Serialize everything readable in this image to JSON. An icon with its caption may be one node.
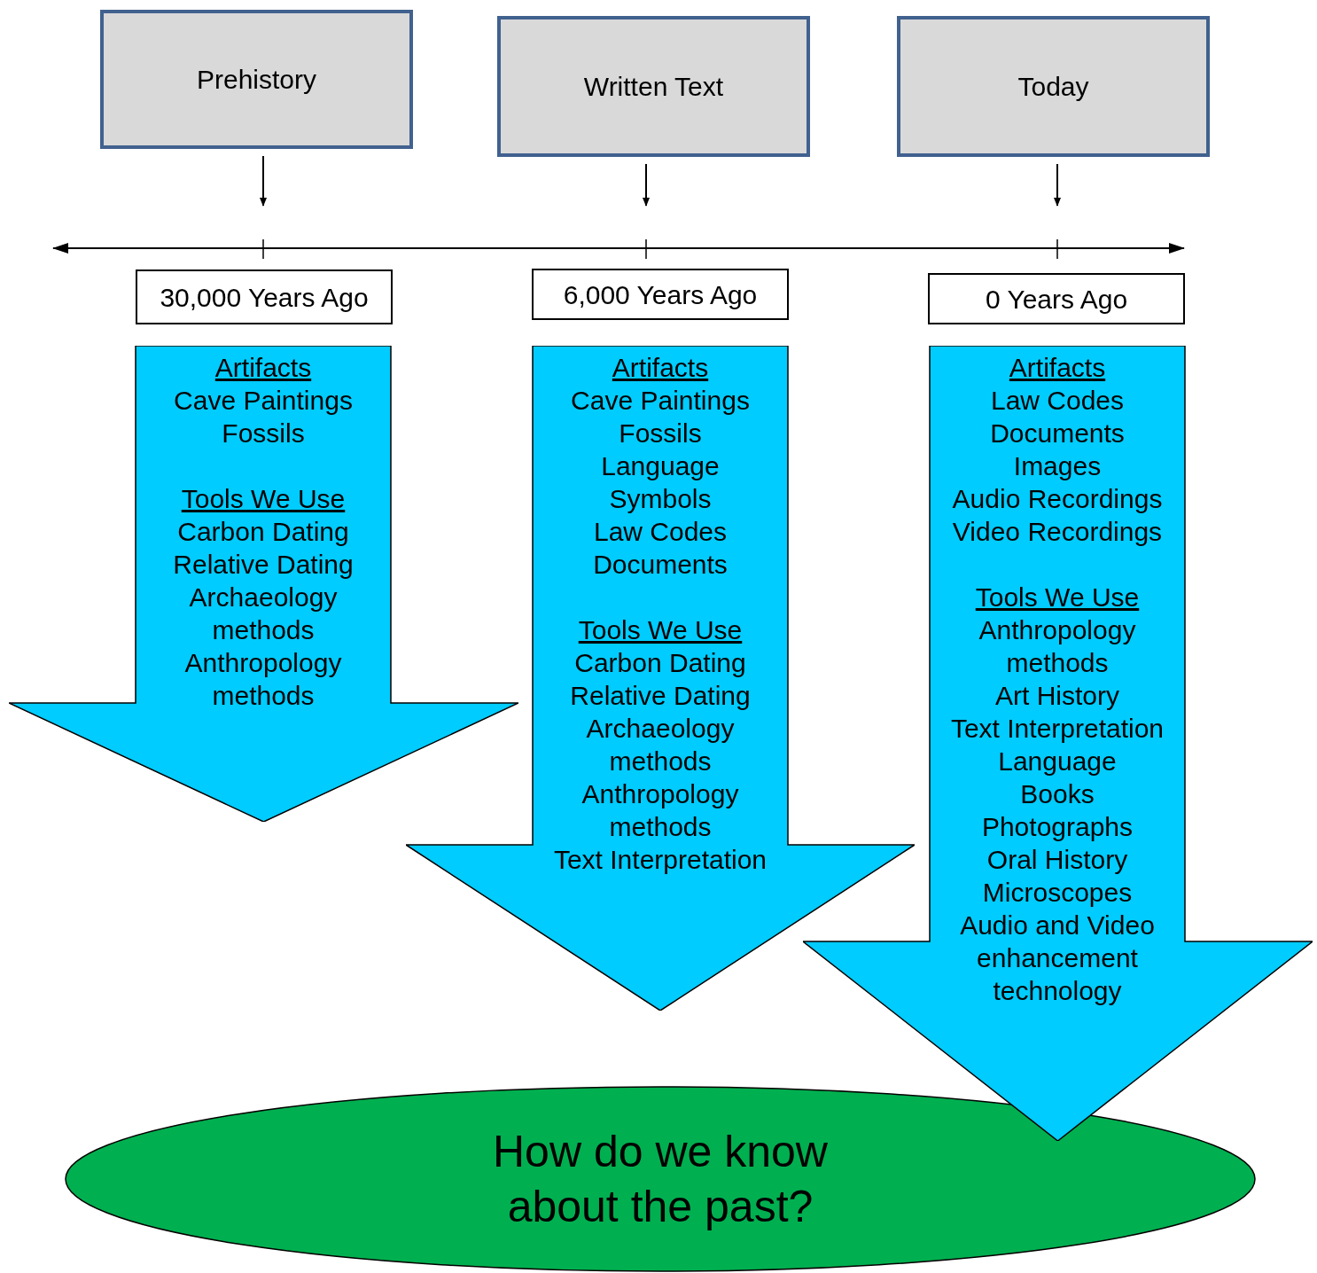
{
  "diagram": {
    "nodes": [
      {
        "text": [
          "Prehistory"
        ]
      },
      {
        "text": [
          "Written Text"
        ]
      },
      {
        "text": [
          "Today"
        ]
      },
      {
        "text": [
          "30,000 Years Ago"
        ]
      },
      {
        "text": [
          "6,000 Years Ago"
        ]
      },
      {
        "text": [
          "0 Years Ago"
        ]
      },
      {
        "text": [
          "Artifacts",
          "Cave Paintings",
          "Fossils",
          "Tools We Use",
          "Carbon Dating",
          "Relative Dating",
          "Archaeology methods",
          "Anthropology methods"
        ]
      },
      {
        "text": [
          "Artifacts",
          "Cave Paintings",
          "Fossils",
          "Language",
          "Symbols",
          "Law Codes",
          "Documents",
          "Tools We Use",
          "Carbon Dating",
          "Relative Dating",
          "Archaeology methods",
          "Anthropology methods",
          "Text Interpretation"
        ]
      },
      {
        "text": [
          "Artifacts",
          "Law Codes",
          "Documents",
          "Images",
          "Audio Recordings",
          "Video Recordings",
          "Tools We Use",
          "Anthropology methods",
          "Art History",
          "Text Interpretation",
          "Language",
          "Books",
          "Photographs",
          "Oral History",
          "Microscopes",
          "Audio and Video enhancement technology"
        ]
      },
      {
        "text": [
          "How do we know about the past?"
        ]
      }
    ],
    "edges": [
      {
        "from": 0,
        "to": null,
        "arrow": "to"
      },
      {
        "from": 1,
        "to": null,
        "arrow": "to"
      },
      {
        "from": 2,
        "to": null,
        "arrow": "to"
      }
    ]
  }
}
